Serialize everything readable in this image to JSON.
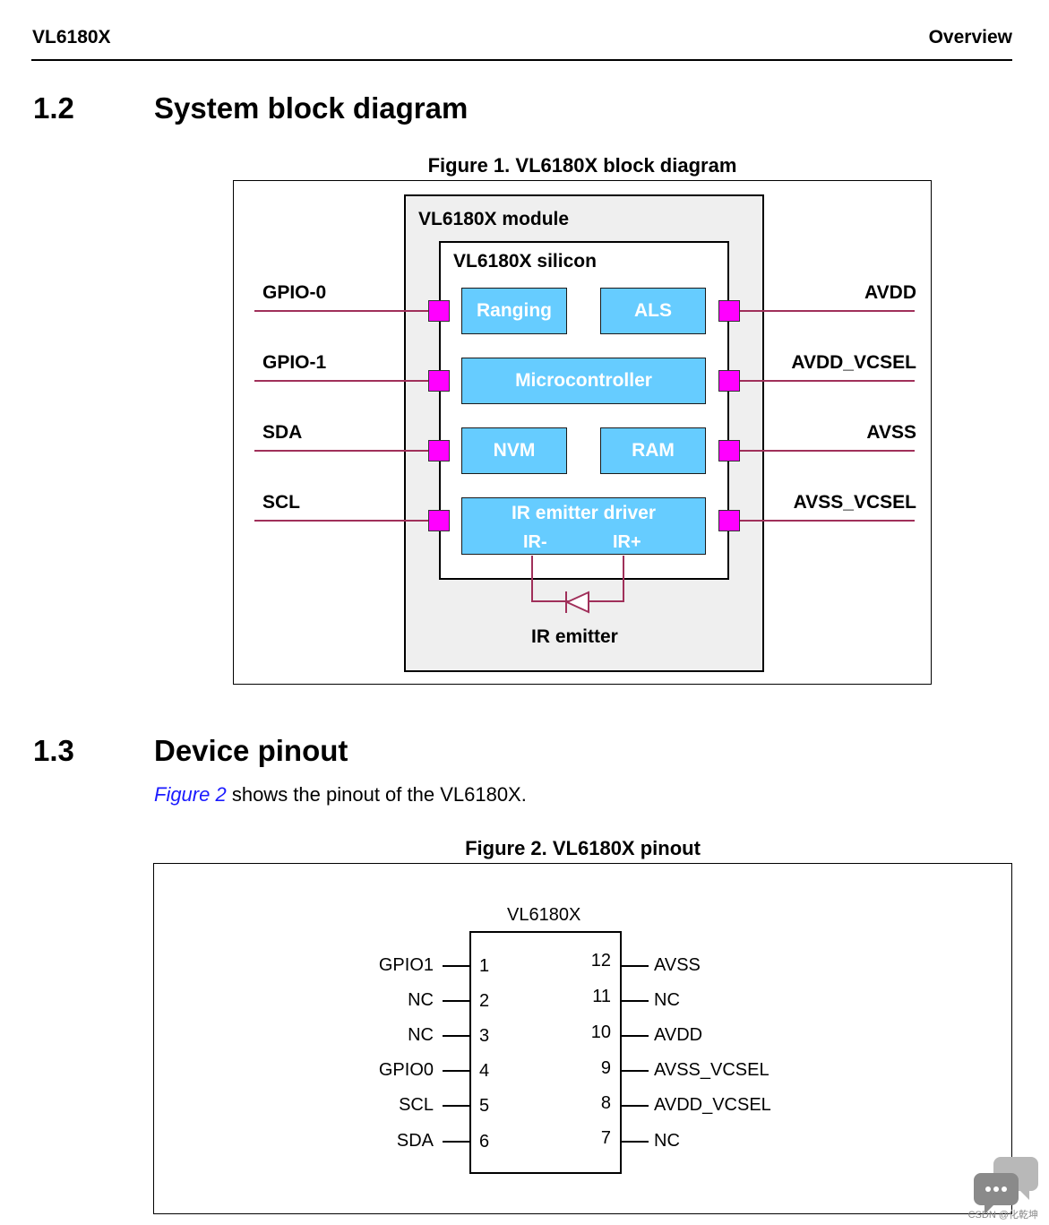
{
  "header": {
    "left": "VL6180X",
    "right": "Overview"
  },
  "section_1_2": {
    "number": "1.2",
    "title": "System block diagram"
  },
  "figure1": {
    "caption": "Figure 1. VL6180X block diagram",
    "module_label": "VL6180X module",
    "silicon_label": "VL6180X silicon",
    "blocks": {
      "ranging": "Ranging",
      "als": "ALS",
      "micro": "Microcontroller",
      "nvm": "NVM",
      "ram": "RAM",
      "ir_driver": "IR emitter driver",
      "ir_minus": "IR-",
      "ir_plus": "IR+"
    },
    "ir_emitter_label": "IR emitter",
    "left_signals": [
      "GPIO-0",
      "GPIO-1",
      "SDA",
      "SCL"
    ],
    "right_signals": [
      "AVDD",
      "AVDD_VCSEL",
      "AVSS",
      "AVSS_VCSEL"
    ],
    "colors": {
      "pad": "#ff00ff",
      "block": "#66ccff",
      "wire": "#a0305a"
    }
  },
  "section_1_3": {
    "number": "1.3",
    "title": "Device pinout"
  },
  "intro": {
    "ref": "Figure 2",
    "text": " shows the pinout of the VL6180X."
  },
  "figure2": {
    "caption": "Figure 2. VL6180X pinout",
    "chip_label": "VL6180X",
    "left_pins": [
      {
        "num": "1",
        "name": "GPIO1"
      },
      {
        "num": "2",
        "name": "NC"
      },
      {
        "num": "3",
        "name": "NC"
      },
      {
        "num": "4",
        "name": "GPIO0"
      },
      {
        "num": "5",
        "name": "SCL"
      },
      {
        "num": "6",
        "name": "SDA"
      }
    ],
    "right_pins": [
      {
        "num": "12",
        "name": "AVSS"
      },
      {
        "num": "11",
        "name": "NC"
      },
      {
        "num": "10",
        "name": "AVDD"
      },
      {
        "num": "9",
        "name": "AVSS_VCSEL"
      },
      {
        "num": "8",
        "name": "AVDD_VCSEL"
      },
      {
        "num": "7",
        "name": "NC"
      }
    ]
  },
  "watermark": {
    "icon": "chat-bubble-icon",
    "text": "CSDN @化乾坤"
  }
}
